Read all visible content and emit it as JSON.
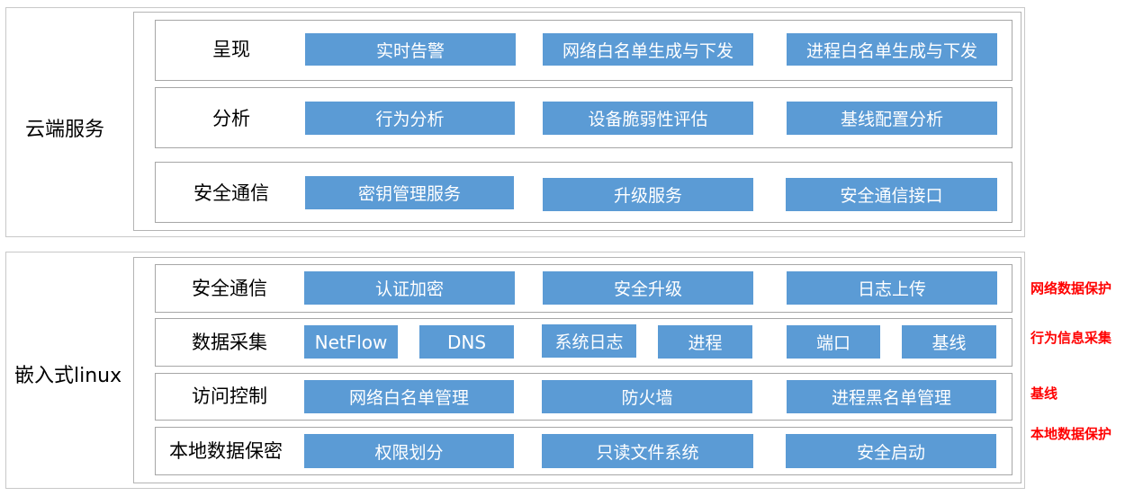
{
  "cloud": {
    "label": "云端服务",
    "rows": [
      {
        "label": "呈现",
        "items": [
          "实时告警",
          "网络白名单生成与下发",
          "进程白名单生成与下发"
        ]
      },
      {
        "label": "分析",
        "items": [
          "行为分析",
          "设备脆弱性评估",
          "基线配置分析"
        ]
      },
      {
        "label": "安全通信",
        "items": [
          "密钥管理服务",
          "升级服务",
          "安全通信接口"
        ]
      }
    ]
  },
  "embedded": {
    "label": "嵌入式linux",
    "rows": [
      {
        "label": "安全通信",
        "items": [
          "认证加密",
          "安全升级",
          "日志上传"
        ]
      },
      {
        "label": "数据采集",
        "items": [
          "NetFlow",
          "DNS",
          "系统日志",
          "进程",
          "端口",
          "基线"
        ]
      },
      {
        "label": "访问控制",
        "items": [
          "网络白名单管理",
          "防火墙",
          "进程黑名单管理"
        ]
      },
      {
        "label": "本地数据保密",
        "items": [
          "权限划分",
          "只读文件系统",
          "安全启动"
        ]
      }
    ]
  },
  "notes": [
    "网络数据保护",
    "行为信息采集",
    "基线",
    "本地数据保护"
  ],
  "colors": {
    "box": "#5b9bd5",
    "box_text": "#ffffff",
    "note": "#ff0000"
  }
}
